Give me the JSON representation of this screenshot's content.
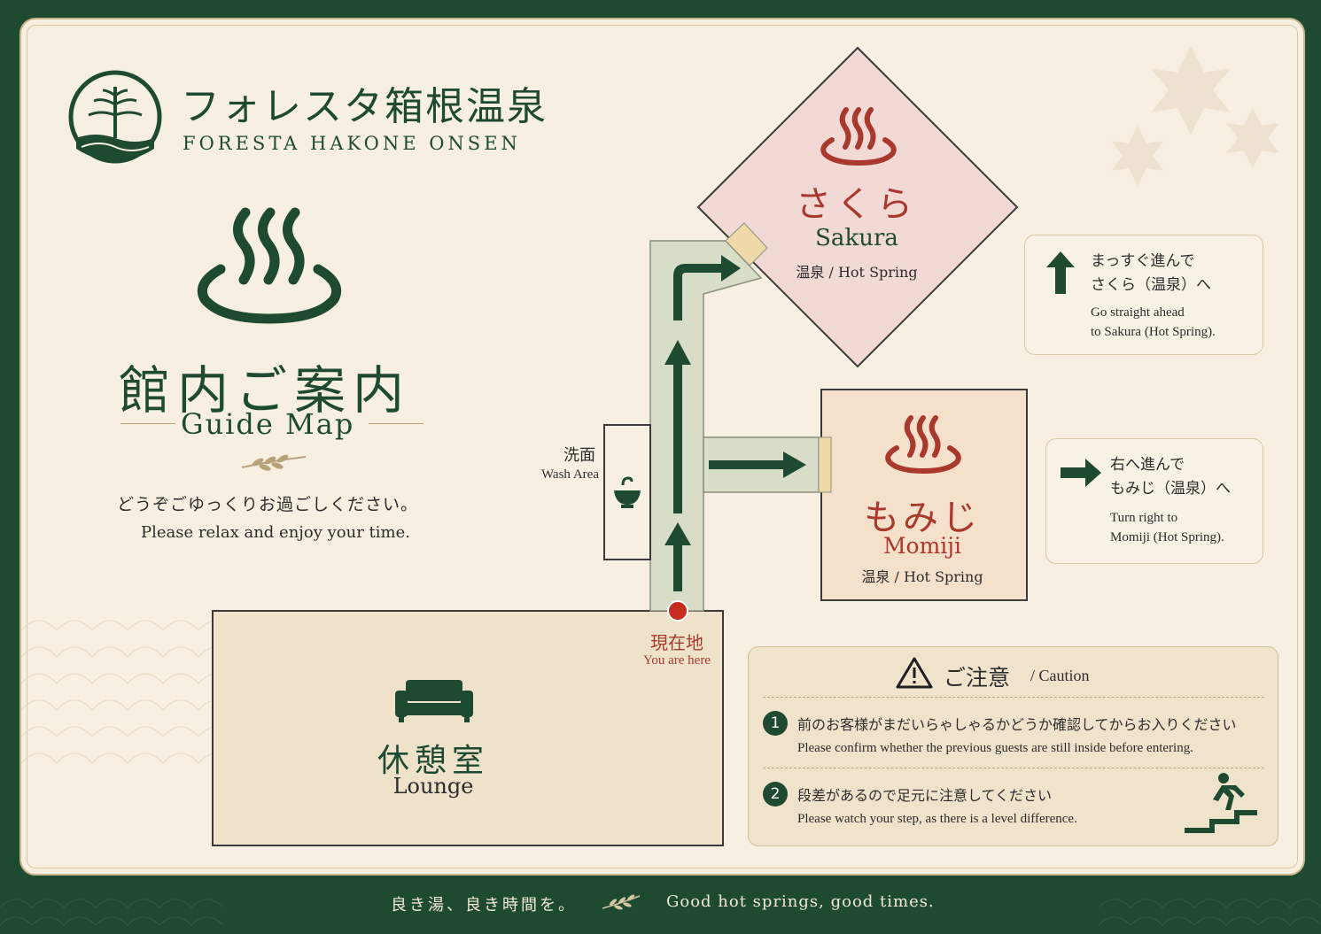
{
  "brand": {
    "name_jp": "フォレスタ箱根温泉",
    "name_en": "FORESTA HAKONE ONSEN"
  },
  "guide": {
    "title_jp": "館内ご案内",
    "title_en": "Guide Map",
    "welcome_jp": "どうぞごゆっくりお過ごしください。",
    "welcome_en": "Please relax and enjoy your time."
  },
  "rooms": {
    "sakura": {
      "name_jp": "さくら",
      "name_en": "Sakura",
      "type": "温泉 / Hot Spring"
    },
    "momiji": {
      "name_jp": "もみじ",
      "name_en": "Momiji",
      "type": "温泉 / Hot Spring"
    },
    "lounge": {
      "name_jp": "休憩室",
      "name_en": "Lounge"
    },
    "wash": {
      "name_jp": "洗面",
      "name_en": "Wash Area"
    }
  },
  "here": {
    "label_jp": "現在地",
    "label_en": "You are here"
  },
  "directions": {
    "sakura": {
      "line1": "まっすぐ進んで",
      "line2": "さくら（温泉）へ",
      "en1": "Go straight ahead",
      "en2": "to Sakura (Hot Spring)."
    },
    "momiji": {
      "line1": "右へ進んで",
      "line2": "もみじ（温泉）へ",
      "en1": "Turn right to",
      "en2": "Momiji (Hot Spring)."
    }
  },
  "caution": {
    "title_jp": "ご注意",
    "title_en": "/ Caution",
    "items": [
      {
        "num": "1",
        "jp": "前のお客様がまだいらゃしゃるかどうか確認してからお入りください",
        "en": "Please confirm whether the previous guests are still inside before entering."
      },
      {
        "num": "2",
        "jp": "段差があるので足元に注意してください",
        "en": "Please watch your step, as there is a level difference."
      }
    ]
  },
  "footer": {
    "jp": "良き湯、良き時間を。",
    "en": "Good hot springs, good times."
  },
  "colors": {
    "brand_green": "#1f4a32",
    "accent_red": "#a8392c",
    "sakura_pink": "#f2d9d6",
    "momiji_peach": "#f5e0cc",
    "paper": "#f6efe2"
  },
  "icons": [
    "tree-logo-icon",
    "onsen-icon",
    "sofa-icon",
    "wash-basin-icon",
    "arrow-up-icon",
    "arrow-right-icon",
    "warning-icon",
    "stairs-person-icon",
    "leaf-sprig-icon"
  ]
}
